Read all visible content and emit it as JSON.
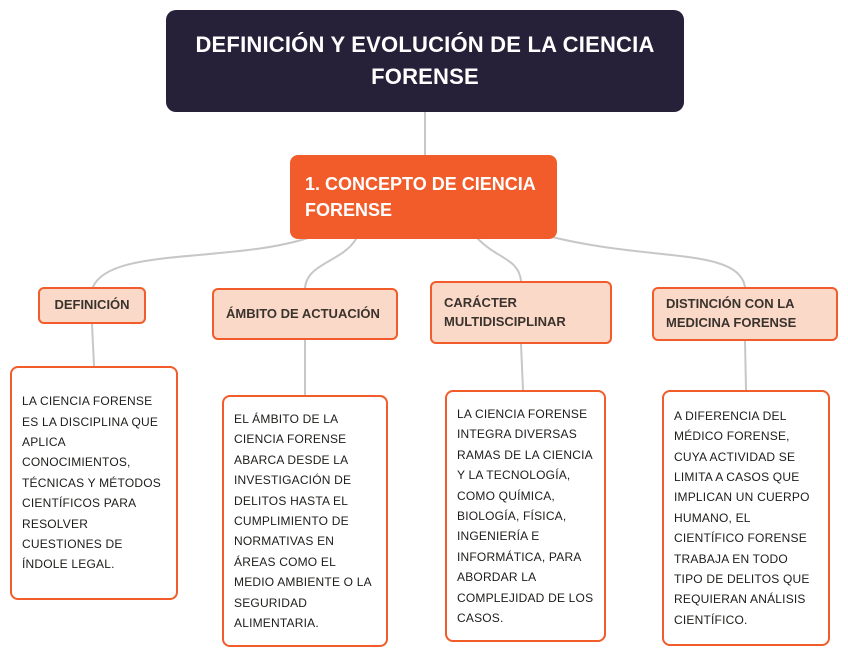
{
  "title": {
    "text": "DEFINICIÓN Y EVOLUCIÓN DE LA CIENCIA FORENSE"
  },
  "root": {
    "text": "1. CONCEPTO DE CIENCIA FORENSE"
  },
  "branches": [
    {
      "label": "DEFINICIÓN",
      "detail": "LA CIENCIA FORENSE ES LA DISCIPLINA QUE APLICA CONOCIMIENTOS, TÉCNICAS Y MÉTODOS CIENTÍFICOS PARA RESOLVER CUESTIONES DE ÍNDOLE LEGAL."
    },
    {
      "label": "ÁMBITO DE ACTUACIÓN",
      "detail": "EL ÁMBITO DE LA CIENCIA FORENSE ABARCA DESDE LA INVESTIGACIÓN DE DELITOS HASTA EL CUMPLIMIENTO DE NORMATIVAS EN ÁREAS COMO EL MEDIO AMBIENTE O LA SEGURIDAD ALIMENTARIA."
    },
    {
      "label": "CARÁCTER MULTIDISCIPLINAR",
      "detail": "LA CIENCIA FORENSE INTEGRA DIVERSAS RAMAS DE LA CIENCIA Y LA TECNOLOGÍA, COMO QUÍMICA, BIOLOGÍA, FÍSICA, INGENIERÍA E INFORMÁTICA, PARA ABORDAR LA COMPLEJIDAD DE LOS CASOS."
    },
    {
      "label": "DISTINCIÓN CON LA MEDICINA FORENSE",
      "detail": "A DIFERENCIA DEL MÉDICO FORENSE, CUYA ACTIVIDAD SE LIMITA A CASOS QUE IMPLICAN UN CUERPO HUMANO, EL CIENTÍFICO FORENSE TRABAJA EN TODO TIPO DE DELITOS QUE REQUIERAN ANÁLISIS CIENTÍFICO."
    }
  ],
  "colors": {
    "title_bg": "#262139",
    "title_text": "#ffffff",
    "accent_orange": "#f25c2a",
    "branch_bg": "#fbd9c8",
    "branch_text": "#3a332d",
    "detail_bg": "#ffffff",
    "detail_text": "#1d1c1a",
    "connector": "#c7c7c7",
    "background": "#ffffff"
  }
}
